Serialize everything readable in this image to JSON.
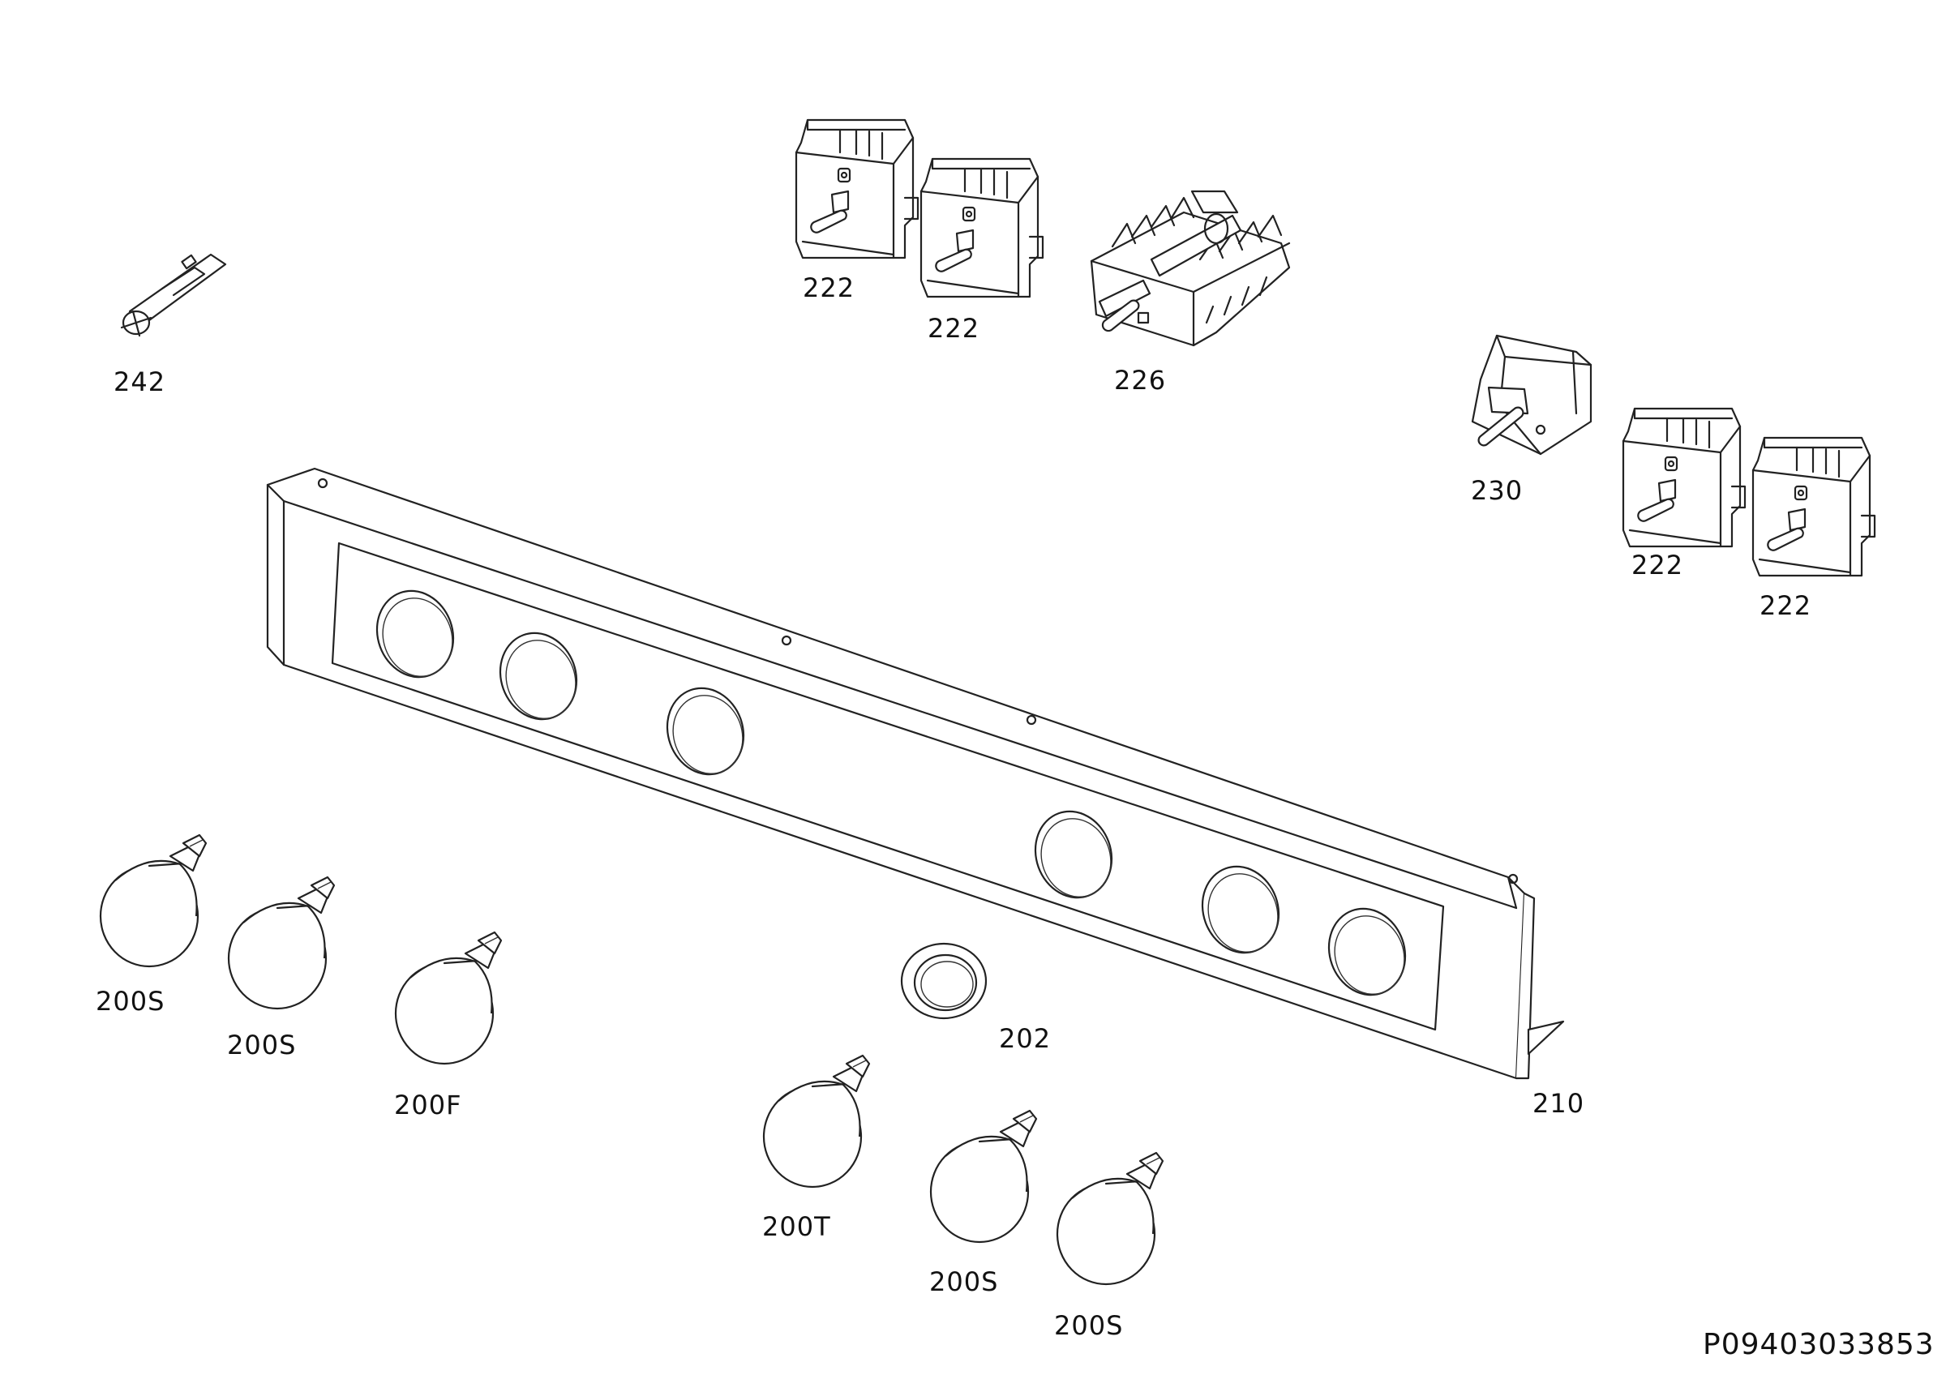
{
  "labels": {
    "ignition_242": "242",
    "switch_222_a": "222",
    "switch_222_b": "222",
    "selector_226": "226",
    "regulator_230": "230",
    "switch_222_c": "222",
    "switch_222_d": "222",
    "panel_210": "210",
    "ring_202": "202",
    "knob_200S_a": "200S",
    "knob_200S_b": "200S",
    "knob_200F": "200F",
    "knob_200T": "200T",
    "knob_200S_c": "200S",
    "knob_200S_d": "200S"
  },
  "document_id": "P09403033853",
  "colors": {
    "line": "#222222",
    "background": "#ffffff",
    "text": "#111111"
  }
}
